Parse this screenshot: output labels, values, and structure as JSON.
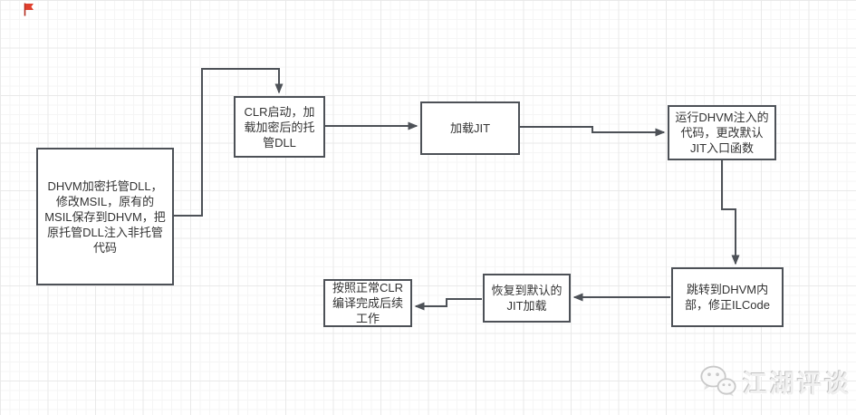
{
  "canvas": {
    "background": "#ffffff",
    "grid_minor_color": "#f5f5f5",
    "grid_major_color": "#e9e9e9",
    "stroke_color": "#4d5157",
    "text_color": "#333333"
  },
  "flowchart": {
    "nodes": [
      {
        "id": "encrypt-dll",
        "text": "DHVM加密托管DLL，修改MSIL，原有的MSIL保存到DHVM，把原托管DLL注入非托管代码"
      },
      {
        "id": "clr-start",
        "text": "CLR启动，加载加密后的托管DLL"
      },
      {
        "id": "load-jit",
        "text": "加载JIT"
      },
      {
        "id": "run-dhvm",
        "text": "运行DHVM注入的代码，更改默认JIT入口函数"
      },
      {
        "id": "jump-dhvm",
        "text": "跳转到DHVM内部，修正ILCode"
      },
      {
        "id": "restore-jit",
        "text": "恢复到默认的JIT加载"
      },
      {
        "id": "clr-compile",
        "text": "按照正常CLR编译完成后续工作"
      }
    ]
  },
  "icons": {
    "top_left_marker": "red-flag-icon",
    "top_left_marker_color": "#e0402e",
    "watermark_logo": "wechat-logo-icon",
    "watermark_logo_color": "#c9c9c9"
  },
  "watermark": {
    "text": "江湖评谈",
    "color": "#f0f0f0"
  }
}
